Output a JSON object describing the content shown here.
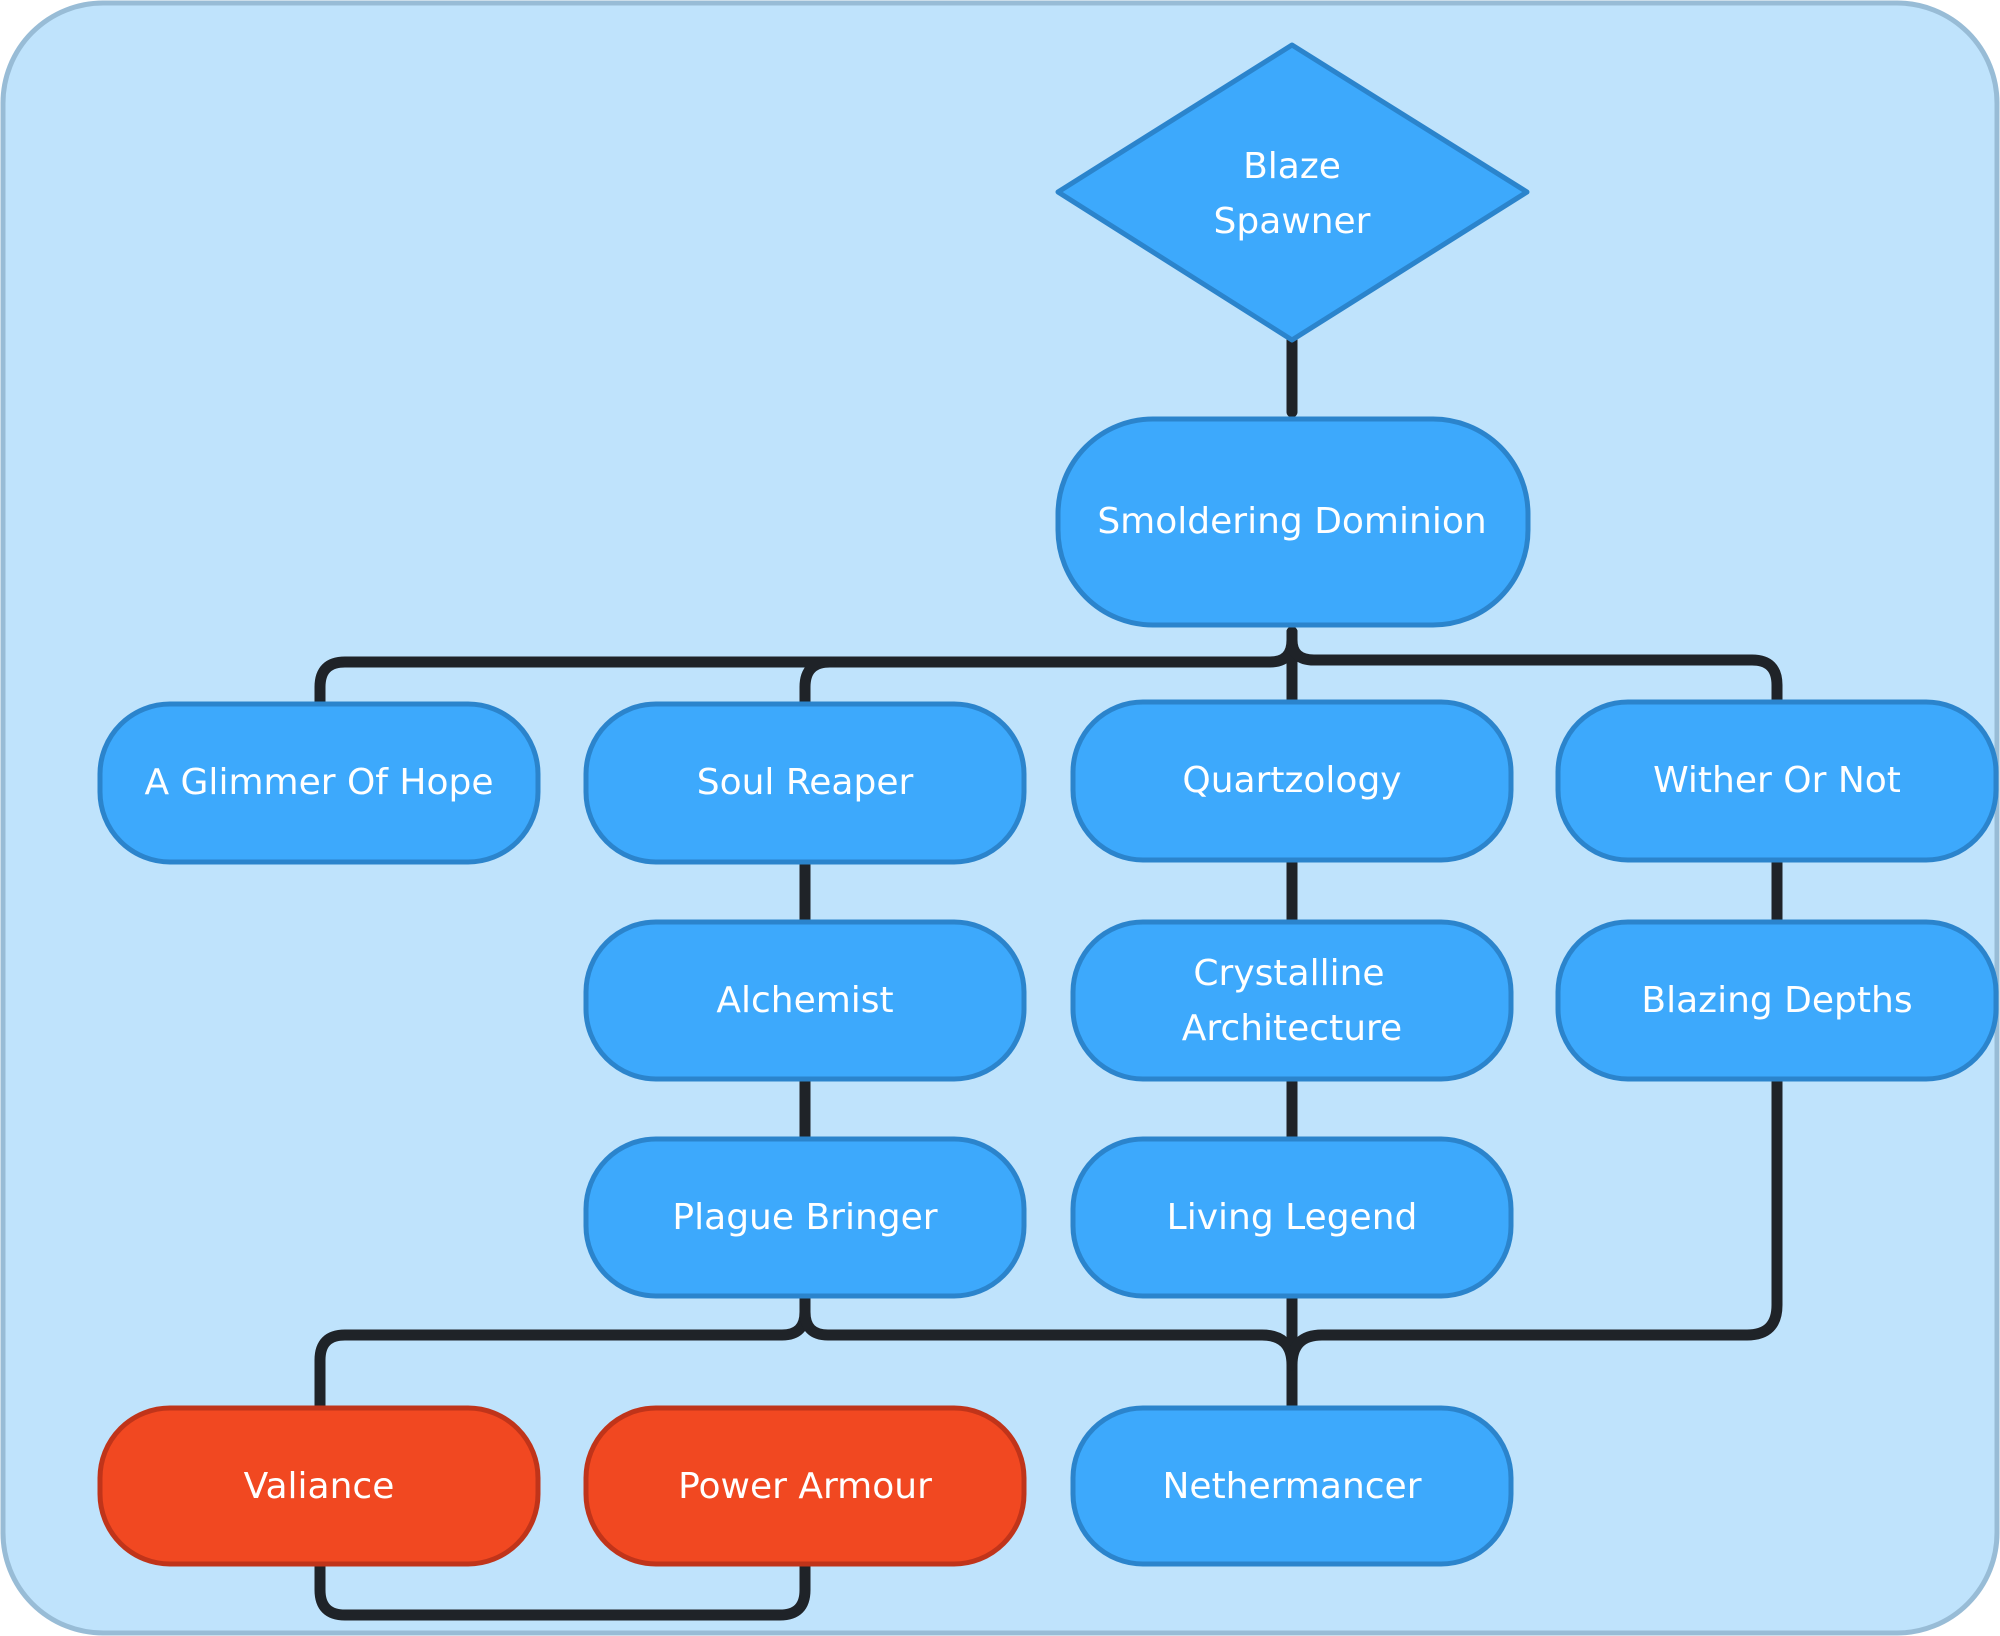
{
  "colors": {
    "canvas_bg": "#bfe3fc",
    "canvas_border": "#98bcd6",
    "node_blue": "#3da9fc",
    "node_blue_border": "#2b84cc",
    "node_red": "#f14821",
    "node_red_border": "#c0341a",
    "edge": "#1f2328"
  },
  "nodes": {
    "blaze": {
      "lines": [
        "Blaze",
        "Spawner"
      ],
      "shape": "diamond",
      "color": "blue"
    },
    "smoldering": {
      "lines": [
        "Smoldering Dominion"
      ],
      "shape": "rounded",
      "color": "blue"
    },
    "glimmer": {
      "lines": [
        "A Glimmer Of Hope"
      ],
      "shape": "rounded",
      "color": "blue"
    },
    "soul_reaper": {
      "lines": [
        "Soul Reaper"
      ],
      "shape": "rounded",
      "color": "blue"
    },
    "quartzology": {
      "lines": [
        "Quartzology"
      ],
      "shape": "rounded",
      "color": "blue"
    },
    "wither": {
      "lines": [
        "Wither Or Not"
      ],
      "shape": "rounded",
      "color": "blue"
    },
    "alchemist": {
      "lines": [
        "Alchemist"
      ],
      "shape": "rounded",
      "color": "blue"
    },
    "crystalline": {
      "lines": [
        "Crystalline",
        "Architecture"
      ],
      "shape": "rounded",
      "color": "blue"
    },
    "blazing_depths": {
      "lines": [
        "Blazing Depths"
      ],
      "shape": "rounded",
      "color": "blue"
    },
    "plague": {
      "lines": [
        "Plague Bringer"
      ],
      "shape": "rounded",
      "color": "blue"
    },
    "living_legend": {
      "lines": [
        "Living Legend"
      ],
      "shape": "rounded",
      "color": "blue"
    },
    "valiance": {
      "lines": [
        "Valiance"
      ],
      "shape": "rounded",
      "color": "red"
    },
    "power_armour": {
      "lines": [
        "Power Armour"
      ],
      "shape": "rounded",
      "color": "red"
    },
    "nethermancer": {
      "lines": [
        "Nethermancer"
      ],
      "shape": "rounded",
      "color": "blue"
    }
  },
  "edges": [
    {
      "from": "blaze",
      "to": "smoldering"
    },
    {
      "from": "smoldering",
      "to": "glimmer"
    },
    {
      "from": "smoldering",
      "to": "soul_reaper"
    },
    {
      "from": "smoldering",
      "to": "quartzology"
    },
    {
      "from": "smoldering",
      "to": "wither"
    },
    {
      "from": "soul_reaper",
      "to": "alchemist"
    },
    {
      "from": "alchemist",
      "to": "plague"
    },
    {
      "from": "quartzology",
      "to": "crystalline"
    },
    {
      "from": "crystalline",
      "to": "living_legend"
    },
    {
      "from": "wither",
      "to": "blazing_depths"
    },
    {
      "from": "plague",
      "to": "valiance"
    },
    {
      "from": "plague",
      "to": "nethermancer"
    },
    {
      "from": "living_legend",
      "to": "nethermancer"
    },
    {
      "from": "blazing_depths",
      "to": "nethermancer"
    },
    {
      "from": "valiance",
      "to": "power_armour"
    }
  ]
}
